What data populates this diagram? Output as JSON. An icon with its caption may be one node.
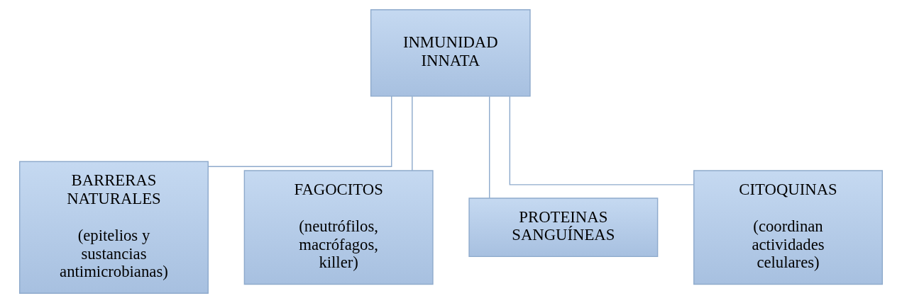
{
  "diagram": {
    "nodes": [
      {
        "text": [
          "INMUNIDAD INNATA"
        ]
      },
      {
        "text": [
          "BARRERAS NATURALES",
          "(epitelios y sustancias antimicrobianas)"
        ]
      },
      {
        "text": [
          "FAGOCITOS",
          "(neutrófilos, macrófagos, killer)"
        ]
      },
      {
        "text": [
          "PROTEINAS SANGUÍNEAS"
        ]
      },
      {
        "text": [
          "CITOQUINAS",
          "(coordinan actividades celulares)"
        ]
      }
    ],
    "edges": [
      {
        "from": 0,
        "to": 1,
        "arrow": "none"
      },
      {
        "from": 0,
        "to": 2,
        "arrow": "none"
      },
      {
        "from": 0,
        "to": 3,
        "arrow": "none"
      },
      {
        "from": 0,
        "to": 4,
        "arrow": "none"
      }
    ]
  }
}
